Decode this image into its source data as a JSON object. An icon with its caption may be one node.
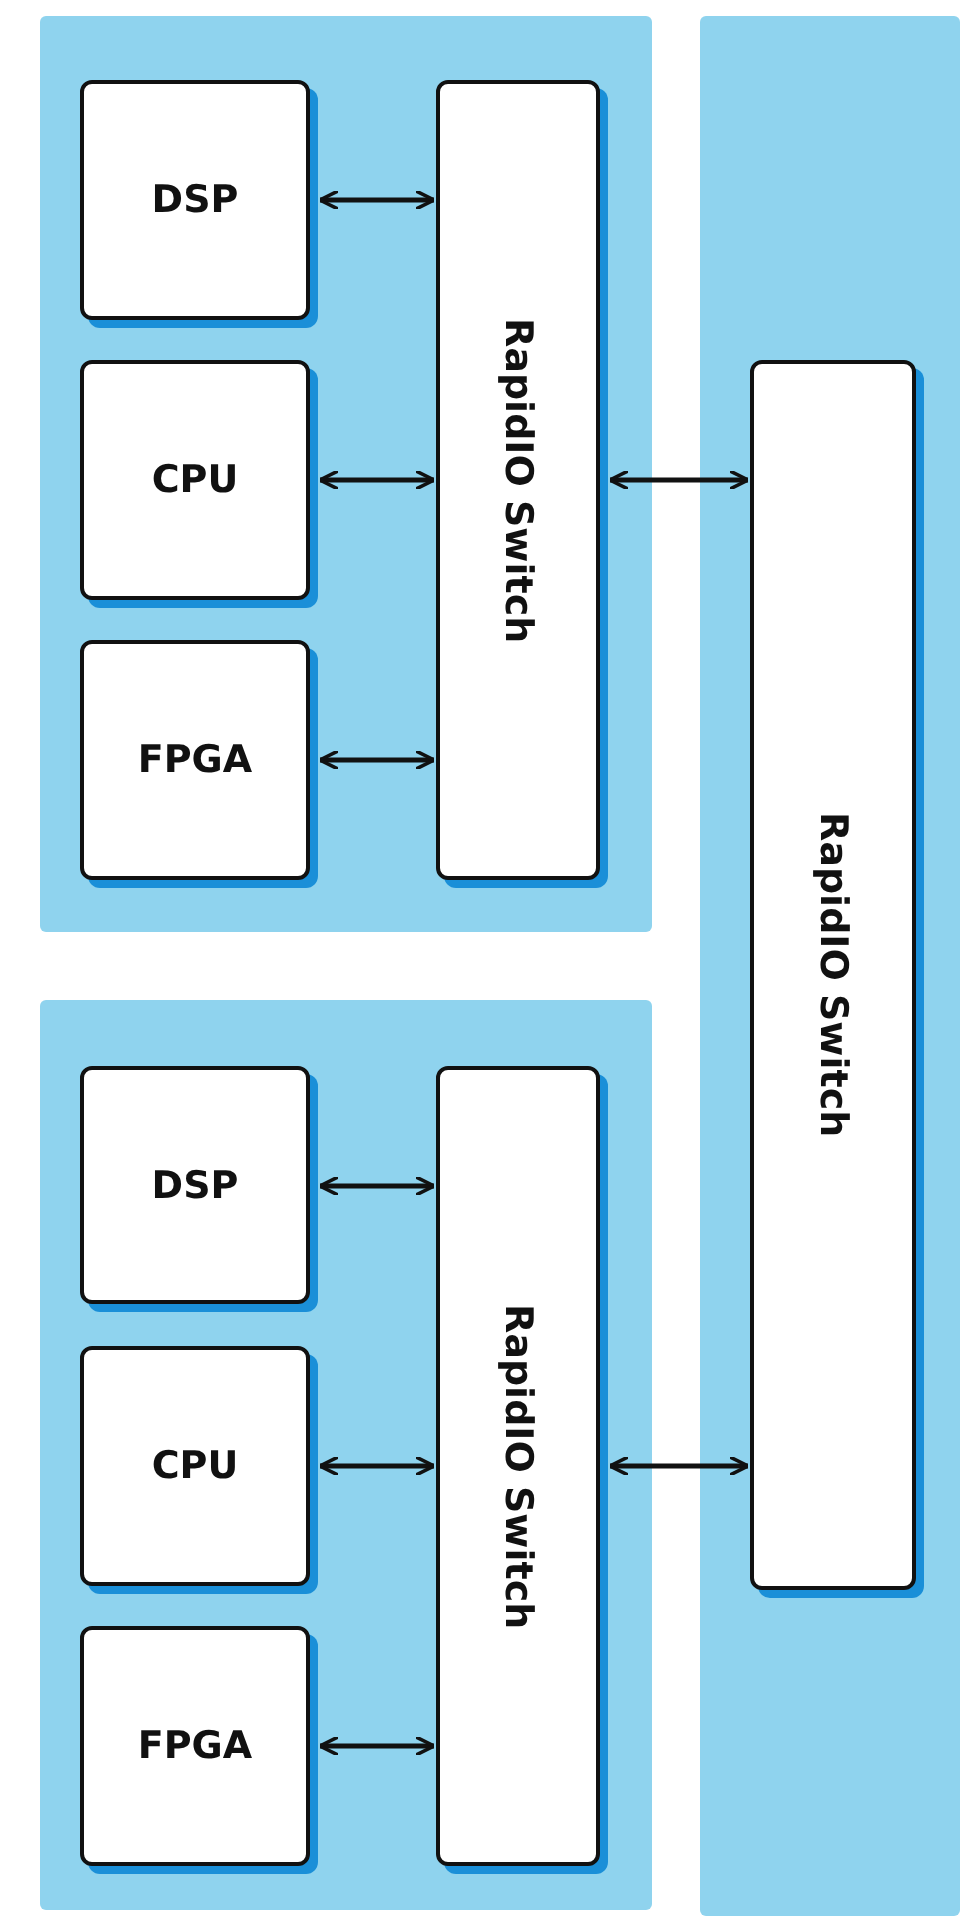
{
  "diagram": {
    "nodes": [
      {
        "text": [],
        "shape": "box"
      },
      {
        "text": [
          "DSP"
        ],
        "in": 0
      },
      {
        "text": [
          "CPU"
        ],
        "in": 0
      },
      {
        "text": [
          "FPGA"
        ],
        "in": 0
      },
      {
        "text": [
          "RapidIO Switch"
        ],
        "in": 0
      },
      {
        "text": [],
        "shape": "box"
      },
      {
        "text": [
          "DSP"
        ],
        "in": 5
      },
      {
        "text": [
          "CPU"
        ],
        "in": 5
      },
      {
        "text": [
          "FPGA"
        ],
        "in": 5
      },
      {
        "text": [
          "RapidIO Switch"
        ],
        "in": 5
      },
      {
        "text": [],
        "shape": "box"
      },
      {
        "text": [
          "RapidIO Switch"
        ],
        "in": 10
      }
    ],
    "edges": [
      {
        "from": 1,
        "to": 4,
        "arrow": "both"
      },
      {
        "from": 2,
        "to": 4,
        "arrow": "both"
      },
      {
        "from": 3,
        "to": 4,
        "arrow": "both"
      },
      {
        "from": 4,
        "to": 11,
        "arrow": "both"
      },
      {
        "from": 6,
        "to": 9,
        "arrow": "both"
      },
      {
        "from": 7,
        "to": 9,
        "arrow": "both"
      },
      {
        "from": 8,
        "to": 9,
        "arrow": "both"
      },
      {
        "from": 9,
        "to": 11,
        "arrow": "both"
      }
    ]
  }
}
